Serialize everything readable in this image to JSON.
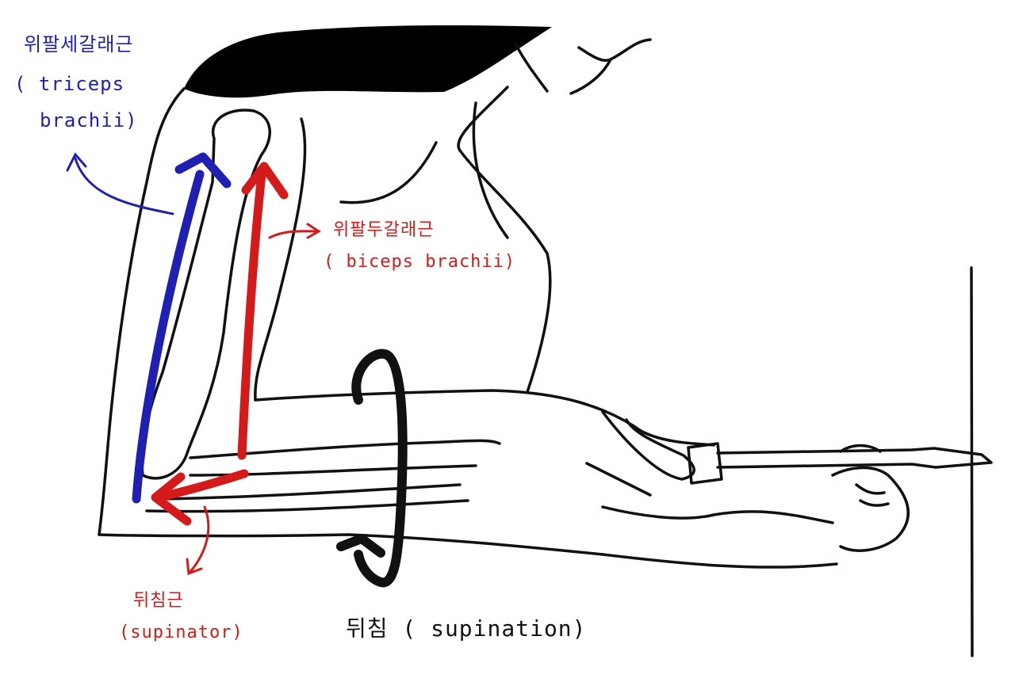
{
  "labels": {
    "triceps_ko": "위팔세갈래근",
    "triceps_en_line1": "( triceps",
    "triceps_en_line2": "brachii)",
    "biceps_ko": "위팔두갈래근",
    "biceps_en": "( biceps brachii)",
    "supinator_ko": "뒤침근",
    "supinator_en": "(supinator)",
    "supination": "뒤침 ( supination)"
  },
  "colors": {
    "triceps": "#1f1fb4",
    "biceps": "#d41a1a",
    "supinator": "#d41a1a",
    "rotation": "#111111",
    "outline": "#111111"
  },
  "icons": [
    "triceps-arrow",
    "biceps-arrow",
    "supinator-arrow",
    "rotation-arrow",
    "screwdriver",
    "wall-line"
  ]
}
